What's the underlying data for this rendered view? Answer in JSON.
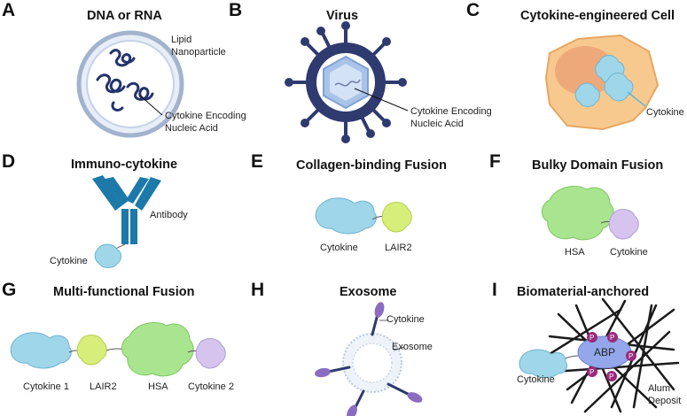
{
  "panels": {
    "A": {
      "letter": "A",
      "title": "DNA or RNA",
      "label_lnp_1": "Lipid",
      "label_lnp_2": "Nanoparticle",
      "label_nucleic_1": "Cytokine Encoding",
      "label_nucleic_2": "Nucleic Acid"
    },
    "B": {
      "letter": "B",
      "title": "Virus",
      "label_nucleic_1": "Cytokine Encoding",
      "label_nucleic_2": "Nucleic Acid"
    },
    "C": {
      "letter": "C",
      "title": "Cytokine-engineered Cell",
      "label_cytokine": "Cytokine"
    },
    "D": {
      "letter": "D",
      "title": "Immuno-cytokine",
      "label_antibody": "Antibody",
      "label_cytokine": "Cytokine"
    },
    "E": {
      "letter": "E",
      "title": "Collagen-binding Fusion",
      "label_cytokine": "Cytokine",
      "label_lair2": "LAIR2"
    },
    "F": {
      "letter": "F",
      "title": "Bulky Domain Fusion",
      "label_hsa": "HSA",
      "label_cytokine": "Cytokine"
    },
    "G": {
      "letter": "G",
      "title": "Multi-functional Fusion",
      "label_cytokine1": "Cytokine 1",
      "label_lair2": "LAIR2",
      "label_hsa": "HSA",
      "label_cytokine2": "Cytokine 2"
    },
    "H": {
      "letter": "H",
      "title": "Exosome",
      "label_cytokine": "Cytokine",
      "label_exosome": "Exosome"
    },
    "I": {
      "letter": "I",
      "title": "Biomaterial-anchored",
      "label_abp": "ABP",
      "label_p": "P",
      "label_cytokine": "Cytokine",
      "label_alum_1": "Alum",
      "label_alum_2": "Deposit"
    }
  },
  "colors": {
    "cytokine": "#9fd6ea",
    "lair2": "#d8ee7a",
    "hsa": "#a9e58f",
    "cytokine2": "#d6c4ee",
    "virus": "#2f3a6e",
    "antibody": "#1c79a9",
    "cell": "#f8c98f",
    "nucleus": "#eea97a",
    "abp": "#93a7ea",
    "phosphate": "#9a2a7c",
    "exosome_cytokine": "#8a6cc0"
  }
}
